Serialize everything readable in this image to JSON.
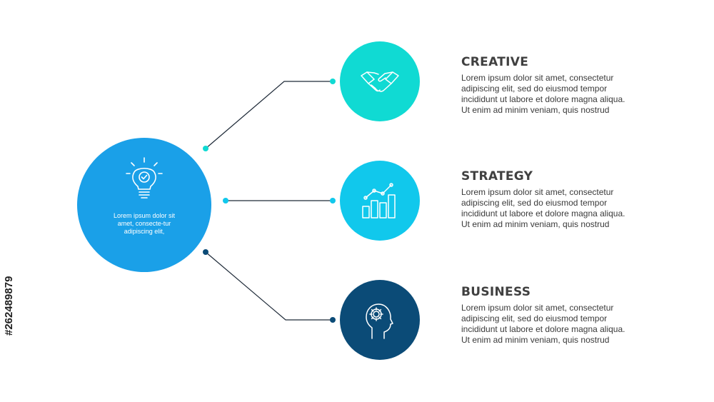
{
  "hub": {
    "text": "Lorem ipsum dolor sit amet, consecte-tur adipiscing elit,",
    "icon": "lightbulb-check-icon",
    "color": "#1aa0e8"
  },
  "items": [
    {
      "title": "CREATIVE",
      "body": "Lorem ipsum dolor sit amet, consectetur\nadipiscing elit, sed do eiusmod tempor\nincididunt ut labore et dolore magna aliqua.\nUt enim ad minim veniam, quis nostrud",
      "icon": "handshake-icon",
      "color": "#10dad3"
    },
    {
      "title": "STRATEGY",
      "body": "Lorem ipsum dolor sit amet, consectetur\nadipiscing elit, sed do eiusmod tempor\nincididunt ut labore et dolore magna aliqua.\nUt enim ad minim veniam, quis nostrud",
      "icon": "bar-chart-growth-icon",
      "color": "#11c8ec"
    },
    {
      "title": "BUSINESS",
      "body": "Lorem ipsum dolor sit amet, consectetur\nadipiscing elit, sed do eiusmod tempor\nincididunt ut labore et dolore magna aliqua.\nUt enim ad minim veniam, quis nostrud",
      "icon": "head-gear-icon",
      "color": "#0b4b77"
    }
  ],
  "stock_id": "#262489879"
}
